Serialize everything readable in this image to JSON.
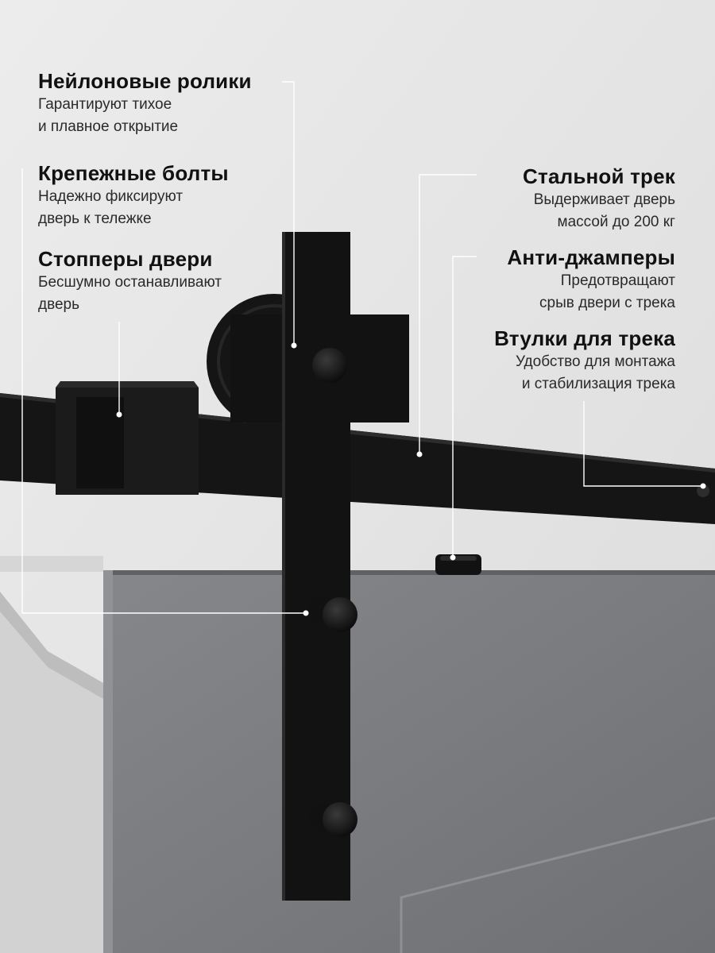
{
  "features": {
    "rollers": {
      "title": "Нейлоновые ролики",
      "desc_line1": "Гарантируют тихое",
      "desc_line2": "и плавное открытие"
    },
    "bolts": {
      "title": "Крепежные болты",
      "desc_line1": "Надежно фиксируют",
      "desc_line2": "дверь к тележке"
    },
    "stoppers": {
      "title": "Стопперы двери",
      "desc_line1": "Бесшумно останавливают",
      "desc_line2": "дверь"
    },
    "track": {
      "title": "Стальной трек",
      "desc_line1": "Выдерживает дверь",
      "desc_line2": "массой до 200 кг"
    },
    "antijump": {
      "title": "Анти-джамперы",
      "desc_line1": "Предотвращают",
      "desc_line2": "срыв двери с трека"
    },
    "bushings": {
      "title": "Втулки для трека",
      "desc_line1": "Удобство для монтажа",
      "desc_line2": "и стабилизация трека"
    }
  },
  "colors": {
    "wall": "#e6e6e6",
    "hardware": "#141414",
    "door": "#7a7c80",
    "leader_line": "#ffffff"
  }
}
